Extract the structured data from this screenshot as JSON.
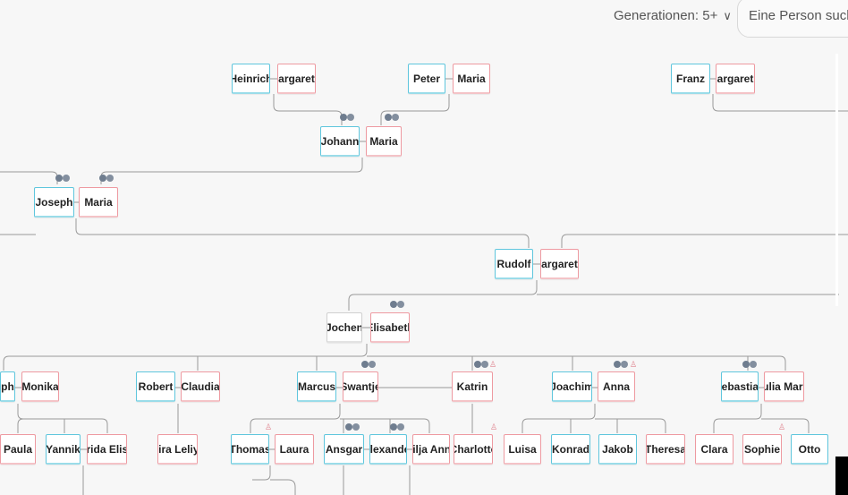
{
  "toolbar": {
    "generations_label": "Generationen: 5+",
    "generations_chevron": "∨",
    "search_placeholder": "Eine Person suche"
  },
  "colors": {
    "male_border": "#5fc6dd",
    "female_border": "#ee9aa1",
    "neutral_border": "#d0d0d0",
    "line": "#9a9a9a",
    "marriage_icon": "#6f7d8f",
    "deceased_icon": "#e08590"
  },
  "people": {
    "heinrich": "Heinrich",
    "margaret_1": "Margaret...",
    "peter": "Peter",
    "maria_1": "Maria",
    "franz": "Franz",
    "margaret_2": "Margaret...",
    "johann": "Johann",
    "maria_2": "Maria",
    "joseph": "Joseph",
    "maria_3": "Maria",
    "rudolf": "Rudolf",
    "margaret_3": "Margaret...",
    "jochen": "Jochen",
    "elisabeth": "Elisabeth",
    "joseph_partial": "ph",
    "monika": "Monika",
    "robert": "Robert",
    "claudia": "Claudia",
    "marcus": "Marcus",
    "swantje": "Swantje",
    "katrin": "Katrin",
    "joachim": "Joachim",
    "anna": "Anna",
    "sebastian": "Sebastian",
    "julia_maria": "Julia Maria",
    "paula": "Paula",
    "yannik": "Yannik",
    "frida_elisa": "Frida Elisa",
    "mira_leliyn": "Mira Leliyn",
    "thomas": "Thomas",
    "laura": "Laura",
    "ansgar": "Ansgar",
    "alexander": "Alexander",
    "silja_anna": "Silja Anna",
    "charlotte": "Charlotte",
    "luisa": "Luisa",
    "konrad": "Konrad",
    "jakob": "Jakob",
    "theresa": "Theresa",
    "clara": "Clara",
    "sophie": "Sophie",
    "otto": "Otto"
  }
}
